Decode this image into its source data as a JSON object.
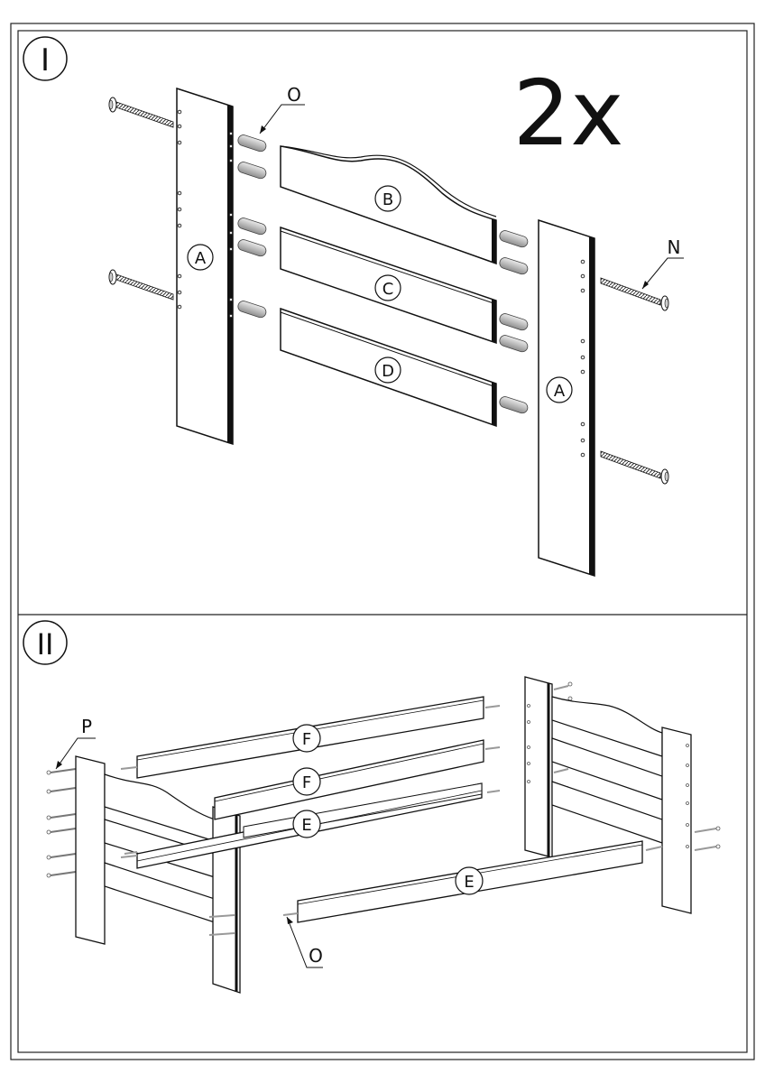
{
  "step1": {
    "number": "I",
    "multiplier": "2x",
    "callouts": {
      "dowel": "O",
      "bolt": "N"
    },
    "parts": {
      "post_left": "A",
      "post_right": "A",
      "rail_top": "B",
      "rail_middle": "C",
      "rail_bottom": "D"
    }
  },
  "step2": {
    "number": "II",
    "callouts": {
      "bolt": "P",
      "dowel": "O"
    },
    "parts": {
      "side_rail_1": "F",
      "side_rail_2": "F",
      "slat_rail_back": "E",
      "slat_rail_front": "E"
    }
  }
}
